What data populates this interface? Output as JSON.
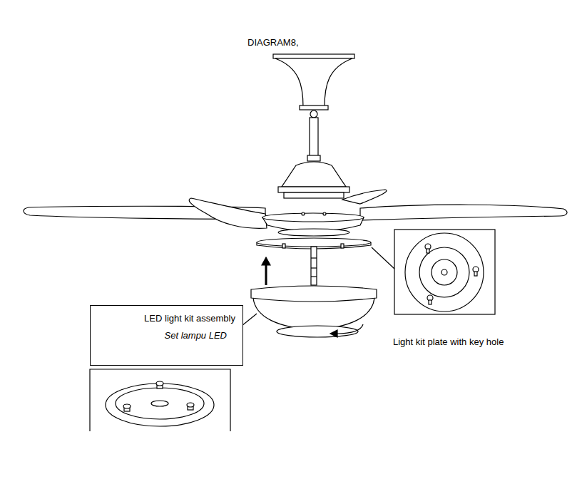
{
  "diagram": {
    "title": "DIAGRAM8,",
    "nodes": [
      {
        "text": [
          "LED light kit assembly",
          "Set lampu LED"
        ]
      }
    ],
    "labels": [
      "Light kit plate with key hole"
    ]
  }
}
